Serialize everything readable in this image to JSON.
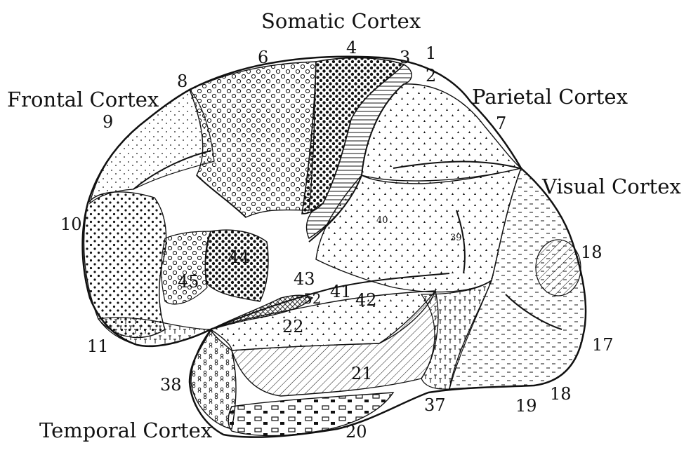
{
  "diagram": {
    "regions": {
      "somatic": "Somatic Cortex",
      "frontal": "Frontal Cortex",
      "parietal": "Parietal Cortex",
      "visual": "Visual Cortex",
      "temporal": "Temporal Cortex"
    },
    "areas": {
      "a1": "1",
      "a2": "2",
      "a3": "3",
      "a4": "4",
      "a6": "6",
      "a7": "7",
      "a8": "8",
      "a9": "9",
      "a10": "10",
      "a11": "11",
      "a17": "17",
      "a18_top": "18",
      "a18_bottom": "18",
      "a19": "19",
      "a20": "20",
      "a21": "21",
      "a22": "22",
      "a37": "37",
      "a38": "38",
      "a39": "39",
      "a40": "40",
      "a41": "41",
      "a42": "42",
      "a43": "43",
      "a44": "44",
      "a45": "45",
      "a52": "52"
    },
    "colors": {
      "ink": "#111111",
      "paper": "#ffffff"
    }
  }
}
